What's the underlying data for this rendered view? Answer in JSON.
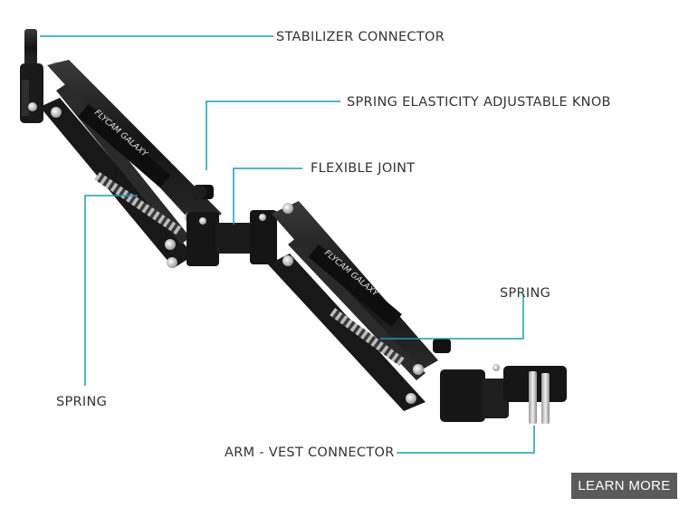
{
  "labels": {
    "stabilizer_connector": "STABILIZER CONNECTOR",
    "spring_knob": "SPRING ELASTICITY ADJUSTABLE KNOB",
    "flexible_joint": "FLEXIBLE JOINT",
    "spring_right": "SPRING",
    "spring_left": "SPRING",
    "arm_vest_connector": "ARM - VEST CONNECTOR"
  },
  "arm_brand": {
    "upper": "FLYCAM GALAXY",
    "lower": "FLYCAM GALAXY"
  },
  "button": {
    "learn_more": "LEARN MORE"
  },
  "colors": {
    "callout_line": "#1b9ab5",
    "arm": "#1c1c1c",
    "button_bg": "#5a5a5a"
  }
}
